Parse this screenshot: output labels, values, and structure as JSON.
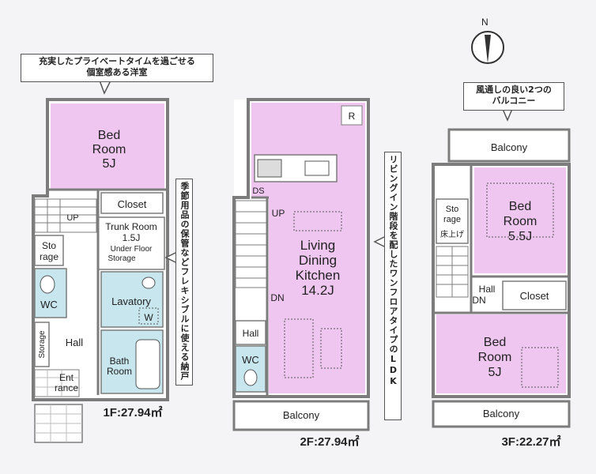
{
  "callouts": {
    "floor1_top_line1": "充実したプライベートタイムを過ごせる",
    "floor1_top_line2": "個室感ある洋室",
    "floor1_storage_note": "季節用品の保管などフレキシブルに使える納戸",
    "floor2_ldk_note": "リビングイン階段を配したワンフロアタイプのLDK",
    "floor3_top_line1": "風通しの良い2つの",
    "floor3_top_line2": "バルコニー"
  },
  "compass": {
    "label": "N"
  },
  "floor1": {
    "area_label": "1F:27.94㎡",
    "bedroom": {
      "name_line1": "Bed",
      "name_line2": "Room",
      "size": "5J"
    },
    "closet": "Closet",
    "up": "UP",
    "storage_top_line1": "Sto",
    "storage_top_line2": "rage",
    "trunk_room_line1": "Trunk Room",
    "trunk_room_size": "1.5J",
    "trunk_room_line3": "Under Floor",
    "trunk_room_line4": "Storage",
    "wc": "WC",
    "lavatory": "Lavatory",
    "washer": "W",
    "storage_vertical": "Storage",
    "hall": "Hall",
    "bath_line1": "Bath",
    "bath_line2": "Room",
    "entrance_line1": "Ent",
    "entrance_line2": "rance"
  },
  "floor2": {
    "area_label": "2F:27.94㎡",
    "ldk_line1": "Living",
    "ldk_line2": "Dining",
    "ldk_line3": "Kitchen",
    "ldk_size": "14.2J",
    "refrigerator_mark": "R",
    "ds": "DS",
    "up": "UP",
    "dn": "DN",
    "hall": "Hall",
    "wc": "WC",
    "balcony": "Balcony"
  },
  "floor3": {
    "area_label": "3F:22.27㎡",
    "balcony_top": "Balcony",
    "bedroom_a": {
      "name_line1": "Bed",
      "name_line2": "Room",
      "size": "5.5J"
    },
    "storage_line1": "Sto",
    "storage_line2": "rage",
    "floor_raise": "床上げ",
    "hall": "Hall",
    "dn": "DN",
    "closet": "Closet",
    "bedroom_b": {
      "name_line1": "Bed",
      "name_line2": "Room",
      "size": "5J"
    },
    "balcony_bottom": "Balcony"
  },
  "colors": {
    "bedroom": "#efc6ef",
    "wet_area": "#c7e6ee",
    "wall": "#7c7c7c",
    "outline": "#555555",
    "background": "#f4f4f6"
  }
}
